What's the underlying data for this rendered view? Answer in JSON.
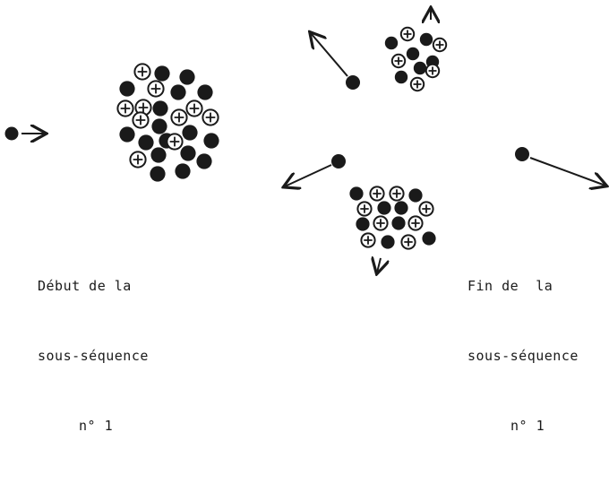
{
  "captions": {
    "left": [
      "Début de la",
      "sous-séquence",
      "n° 1"
    ],
    "right": [
      "Fin de  la",
      "sous-séquence",
      "n° 1"
    ]
  },
  "particle_legend": {
    "neutron": "filled-circle-icon",
    "proton": "circled-plus-icon"
  },
  "colors": {
    "ink": "#1a1a1a",
    "paper": "#ffffff"
  }
}
